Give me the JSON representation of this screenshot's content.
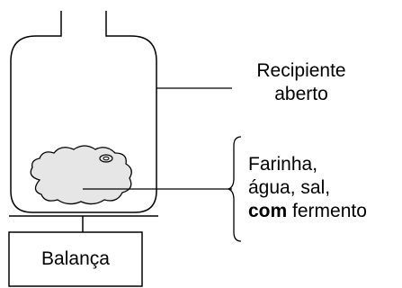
{
  "labels": {
    "container": [
      "Recipiente",
      "aberto"
    ],
    "ingredients_line1": "Farinha,",
    "ingredients_line2": "água, sal,",
    "ingredients_line3_bold": "com",
    "ingredients_line3_rest": " fermento",
    "scale": "Balança"
  }
}
